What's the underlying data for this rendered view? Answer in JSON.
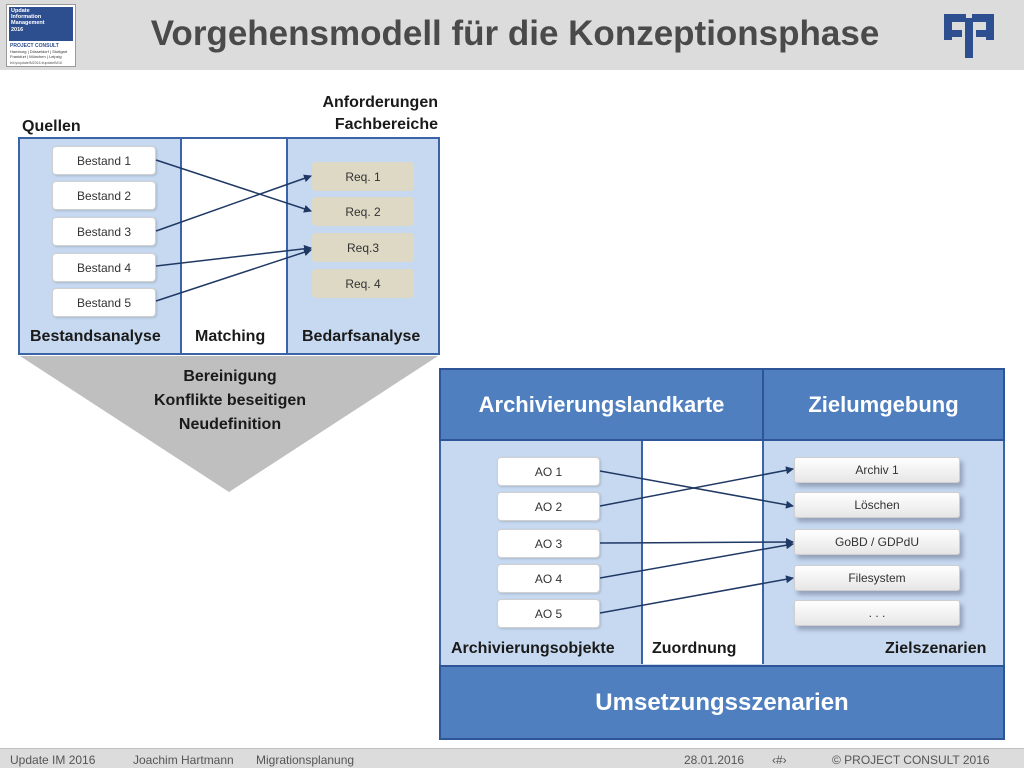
{
  "header": {
    "title": "Vorgehensmodell für die Konzeptionsphase",
    "badge": {
      "heading_lines": [
        "Update",
        "Information",
        "Management",
        "2016"
      ],
      "logo_text": "PROJECT CONSULT",
      "cities": "Hamburg | Düsseldorf | Stuttgart Frankfurt | München | Leipzig",
      "links": "bit.ly/updateIM2016     #updateIM16"
    }
  },
  "upper": {
    "quellen_label": "Quellen",
    "anforderungen_label_line1": "Anforderungen",
    "anforderungen_label_line2": "Fachbereiche",
    "bestand": [
      "Bestand 1",
      "Bestand 2",
      "Bestand 3",
      "Bestand 4",
      "Bestand 5"
    ],
    "req": [
      "Req. 1",
      "Req. 2",
      "Req.3",
      "Req. 4"
    ],
    "col_labels": [
      "Bestandsanalyse",
      "Matching",
      "Bedarfsanalyse"
    ],
    "funnel_lines": [
      "Bereinigung",
      "Konflikte beseitigen",
      "Neudefinition"
    ]
  },
  "lower": {
    "head_left": "Archivierungslandkarte",
    "head_right": "Zielumgebung",
    "ao": [
      "AO 1",
      "AO 2",
      "AO 3",
      "AO 4",
      "AO 5"
    ],
    "targets": [
      "Archiv 1",
      "Löschen",
      "GoBD / GDPdU",
      "Filesystem",
      ". . ."
    ],
    "col_labels": [
      "Archivierungsobjekte",
      "Zuordnung",
      "Zielszenarien"
    ],
    "bottom": "Umsetzungsszenarien"
  },
  "footer": {
    "event": "Update IM 2016",
    "author": "Joachim Hartmann",
    "topic": "Migrationsplanung",
    "date": "28.01.2016",
    "page": "‹#›",
    "copyright": "© PROJECT CONSULT  2016"
  },
  "colors": {
    "panel_light": "#c6d9f0",
    "panel_border": "#3b64a8",
    "header_blue": "#4f7fbf",
    "req_box": "#ddd9c4",
    "funnel": "#bfbfbf",
    "logo": "#2e4f8f"
  }
}
